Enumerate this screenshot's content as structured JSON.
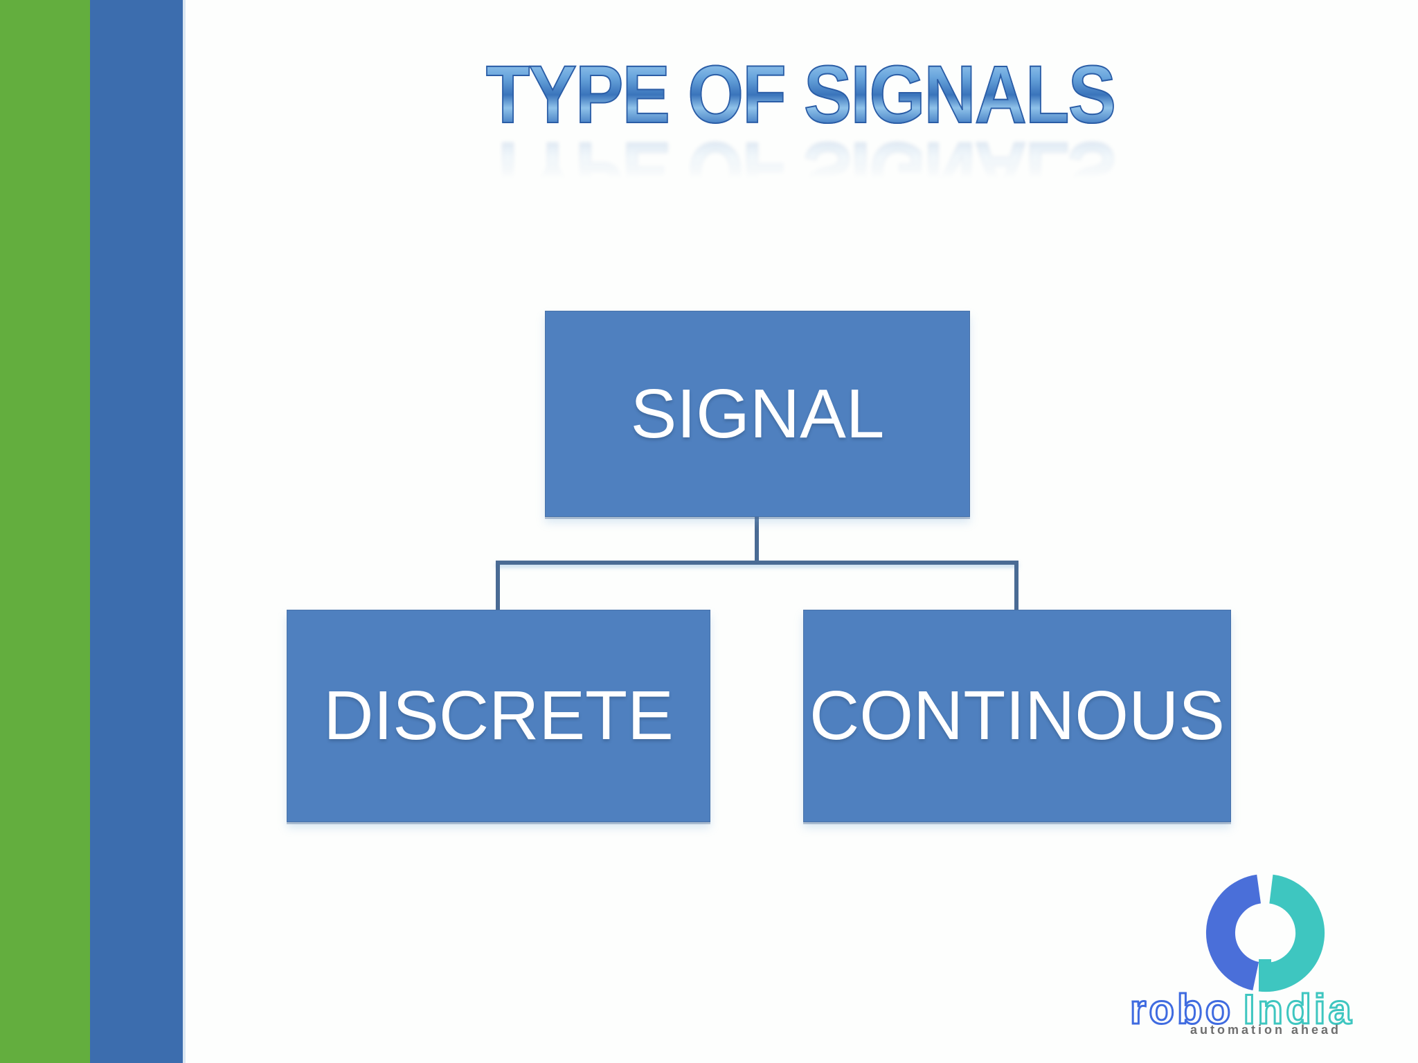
{
  "slide": {
    "title": "TYPE OF SIGNALS",
    "diagram": {
      "type": "org-chart",
      "root": "SIGNAL",
      "children": [
        "DISCRETE",
        "CONTINOUS"
      ]
    },
    "logo": {
      "brand_first": "robo",
      "brand_second": "India",
      "tagline": "automation ahead"
    },
    "colors": {
      "left_bar_green": "#63ae3e",
      "left_bar_blue": "#3c6dae",
      "box_fill": "#4f80bf",
      "box_text": "#ffffff",
      "connector": "#4a6b94",
      "title_blue": "#4a86c8",
      "title_outline": "#2b5da6",
      "logo_blue": "#3f6be0",
      "logo_teal": "#3ec6c0",
      "tagline_gray": "#6e6e6e",
      "background": "#fdfefd"
    }
  }
}
